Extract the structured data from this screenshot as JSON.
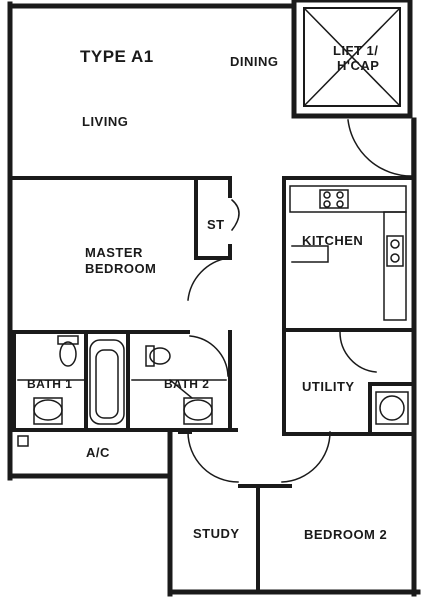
{
  "plan": {
    "type_label": "TYPE A1",
    "rooms": {
      "dining": "DINING",
      "living": "LIVING",
      "lift_line1": "LIFT 1/",
      "lift_line2": "H'CAP",
      "store": "ST",
      "kitchen": "KITCHEN",
      "master_line1": "MASTER",
      "master_line2": "BEDROOM",
      "utility": "UTILITY",
      "bath1": "BATH 1",
      "bath2": "BATH 2",
      "ac": "A/C",
      "study": "STUDY",
      "bedroom2": "BEDROOM 2"
    }
  }
}
